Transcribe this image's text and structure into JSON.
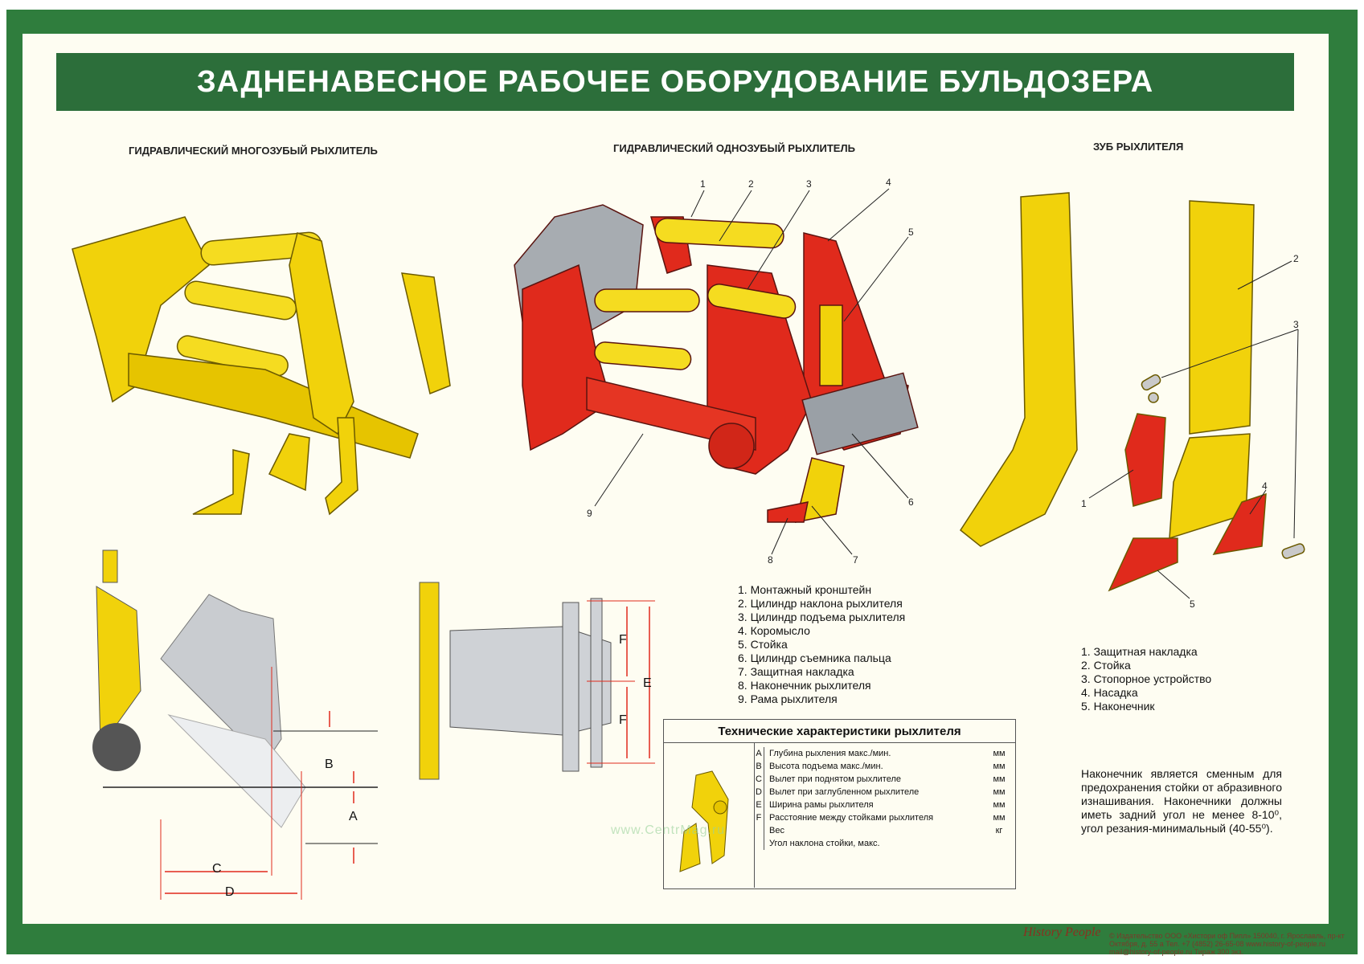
{
  "title": "ЗАДНЕНАВЕСНОЕ РАБОЧЕЕ ОБОРУДОВАНИЕ БУЛЬДОЗЕРА",
  "sections": {
    "multi": "ГИДРАВЛИЧЕСКИЙ МНОГОЗУБЫЙ РЫХЛИТЕЛЬ",
    "single": "ГИДРАВЛИЧЕСКИЙ ОДНОЗУБЫЙ РЫХЛИТЕЛЬ",
    "tooth": "ЗУБ РЫХЛИТЕЛЯ"
  },
  "single_legend": [
    "1. Монтажный кронштейн",
    "2. Цилиндр наклона рыхлителя",
    "3. Цилиндр подъема рыхлителя",
    "4. Коромысло",
    "5. Стойка",
    "6. Цилиндр съемника пальца",
    "7. Защитная накладка",
    "8. Наконечник рыхлителя",
    "9. Рама рыхлителя"
  ],
  "tooth_legend": [
    "1. Защитная накладка",
    "2. Стойка",
    "3. Стопорное устройство",
    "4. Насадка",
    "5. Наконечник"
  ],
  "callouts_single": [
    "1",
    "2",
    "3",
    "4",
    "5",
    "6",
    "7",
    "8",
    "9"
  ],
  "callouts_tooth": [
    "1",
    "2",
    "3",
    "4",
    "5"
  ],
  "dims": {
    "a": "A",
    "b": "B",
    "c": "C",
    "d": "D",
    "e": "E",
    "f1": "F",
    "f2": "F"
  },
  "tech": {
    "title": "Технические характеристики рыхлителя",
    "rows": [
      {
        "l": "A",
        "d": "Глубина рыхления макс./мин.",
        "u": "мм"
      },
      {
        "l": "B",
        "d": "Высота подъема макс./мин.",
        "u": "мм"
      },
      {
        "l": "C",
        "d": "Вылет при поднятом рыхлителе",
        "u": "мм"
      },
      {
        "l": "D",
        "d": "Вылет при заглубленном рыхлителе",
        "u": "мм"
      },
      {
        "l": "E",
        "d": "Ширина рамы рыхлителя",
        "u": "мм"
      },
      {
        "l": "F",
        "d": "Расстояние между стойками рыхлителя",
        "u": "мм"
      },
      {
        "l": "",
        "d": "Вес",
        "u": "кг"
      },
      {
        "l": "",
        "d": "",
        "u": ""
      },
      {
        "l": "",
        "d": "Угол наклона стойки, макс.",
        "u": ""
      }
    ]
  },
  "note": "Наконечник является сменным для предохранения стойки от абразивного изнашивания. Наконечники должны иметь задний угол не менее 8-10⁰, угол резания-минимальный (40-55⁰).",
  "watermark": "www.CentrMag.ru",
  "brand": "History People",
  "footer": "© Издательство ООО «Хистори оф Пипл» 150040, г. Ярославль, пр-кт Октября, д. 55 а  Тел. +7 (4852) 26-65-08 www.history-of-people.ru mail@history-of-people.ru Тираж 300 экз.",
  "colors": {
    "frame": "#2f7d3d",
    "title_bar": "#2c6e3a",
    "yellow": "#f5d90a",
    "red": "#e02a1c",
    "gray": "#9aa0a6"
  }
}
